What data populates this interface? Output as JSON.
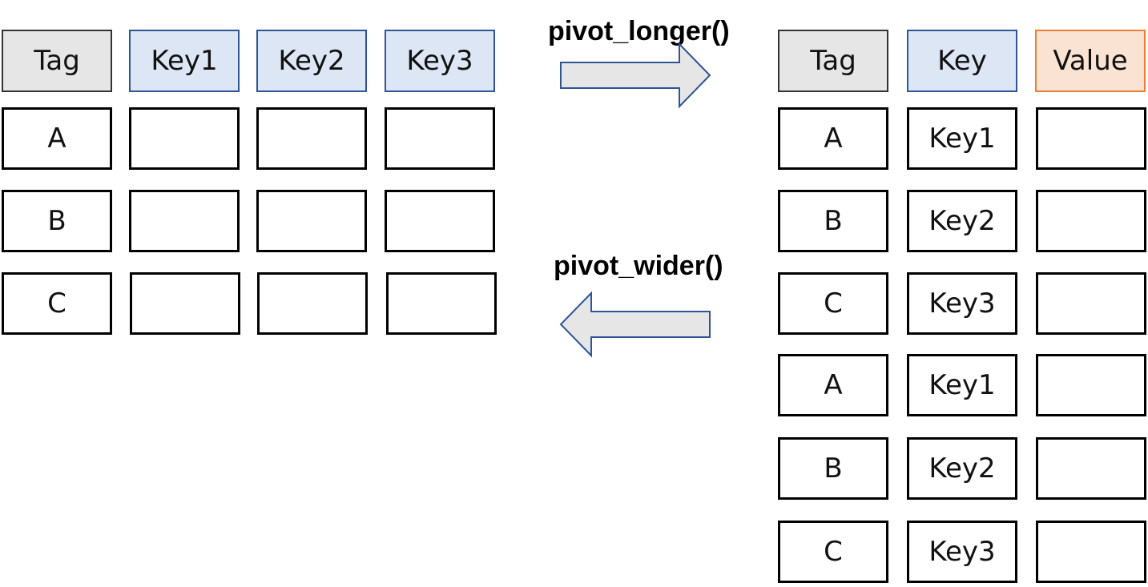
{
  "wide_table": {
    "headers": [
      "Tag",
      "Key1",
      "Key2",
      "Key3"
    ],
    "rows": [
      [
        "A",
        "",
        "",
        ""
      ],
      [
        "B",
        "",
        "",
        ""
      ],
      [
        "C",
        "",
        "",
        ""
      ]
    ]
  },
  "long_table": {
    "headers": [
      "Tag",
      "Key",
      "Value"
    ],
    "rows": [
      [
        "A",
        "Key1",
        ""
      ],
      [
        "B",
        "Key2",
        ""
      ],
      [
        "C",
        "Key3",
        ""
      ],
      [
        "A",
        "Key1",
        ""
      ],
      [
        "B",
        "Key2",
        ""
      ],
      [
        "C",
        "Key3",
        ""
      ]
    ]
  },
  "operations": {
    "to_long": "pivot_longer()",
    "to_wide": "pivot_wider()"
  },
  "colors": {
    "tag_header_fill": "#e6e6e6",
    "key_header_fill": "#dce6f4",
    "key_header_border": "#2f5597",
    "value_header_fill": "#fbe3d3",
    "value_header_border": "#ed7d31",
    "arrow_fill": "#e6e6e6",
    "arrow_border": "#2f5597"
  },
  "icons": {
    "to_long": "arrow-right-icon",
    "to_wide": "arrow-left-icon"
  }
}
